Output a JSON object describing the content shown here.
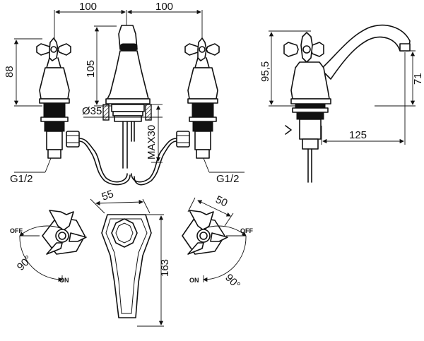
{
  "dimensions": {
    "spacing_left": "100",
    "spacing_right": "100",
    "handle_height": "88",
    "spout_height": "105",
    "diameter": "Ø35",
    "max_depth": "MAX30",
    "thread_left": "G1/2",
    "thread_right": "G1/2",
    "side_height": "95,5",
    "side_spout_height": "71",
    "side_reach": "125",
    "handle_width_left": "55",
    "handle_width_right": "50",
    "spout_length": "163"
  },
  "rotation": {
    "left_off": "OFF",
    "left_on": "ON",
    "left_angle": "90°",
    "right_off": "OFF",
    "right_on": "ON",
    "right_angle": "90°"
  }
}
